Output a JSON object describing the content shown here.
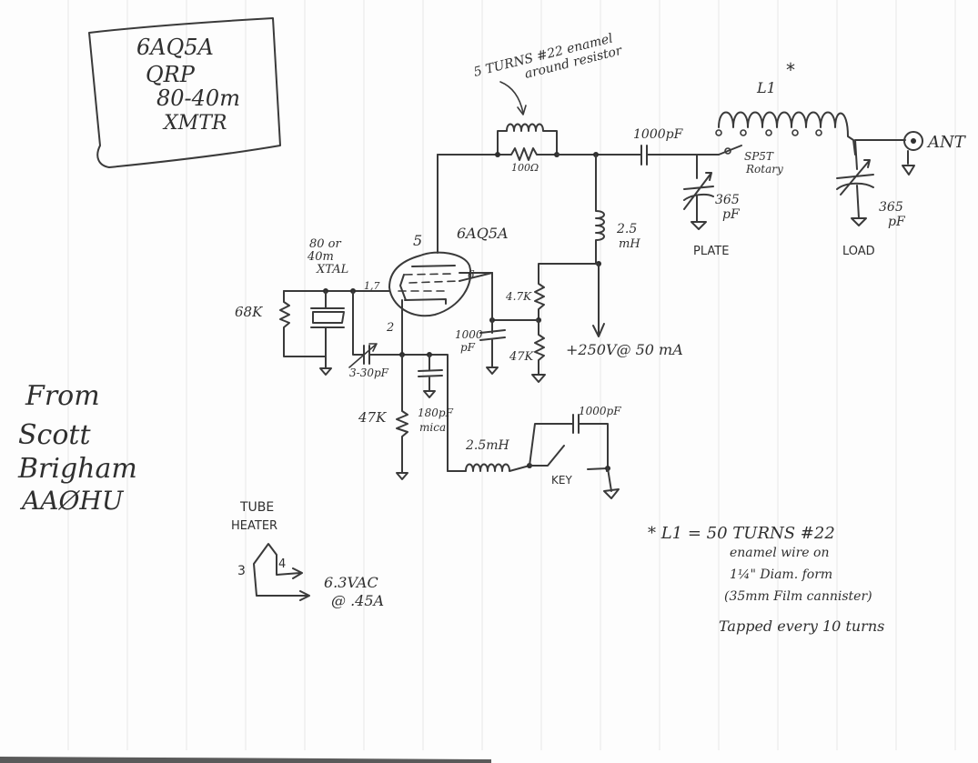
{
  "title_box": {
    "lines": [
      "6AQ5A",
      "QRP",
      "80-40m",
      "XMTR"
    ]
  },
  "credit": {
    "lines": [
      "From",
      "Scott",
      "Brigham",
      "AAØHU"
    ]
  },
  "annotations": {
    "coil_note_line1": "5 TURNS #22 enamel",
    "coil_note_line2": "around resistor",
    "tube_label": "6AQ5A",
    "pin_plate": "5",
    "pin_grid": "1,7",
    "pin_screen": "6",
    "pin_cathode": "2",
    "crystal_line1": "80 or",
    "crystal_line2": "40m",
    "crystal_line3": "XTAL",
    "supply": "+250V@ 50 mA",
    "key_label": "KEY",
    "plate_label": "PLATE",
    "load_label": "LOAD",
    "ant_label": "ANT",
    "switch_line1": "SP5T",
    "switch_line2": "Rotary",
    "l1_label": "L1",
    "l1_star": "*"
  },
  "components": {
    "r_parasitic": "100Ω",
    "c_coupling": "1000pF",
    "rfc_plate_line1": "2.5",
    "rfc_plate_line2": "mH",
    "r_grid": "68K",
    "c_feedback": "3-30pF",
    "r_screen_top": "4.7K",
    "r_screen_bottom": "47K",
    "c_screen_line1": "1000",
    "c_screen_line2": "pF",
    "r_cathode": "47K",
    "c_cathode_line1": "180pF",
    "c_cathode_line2": "mica",
    "rfc_key": "2.5mH",
    "c_key": "1000pF",
    "c_plate_line1": "365",
    "c_plate_line2": "pF",
    "c_load_line1": "365",
    "c_load_line2": "pF"
  },
  "heater": {
    "title_line1": "TUBE",
    "title_line2": "HEATER",
    "pin_a": "3",
    "pin_b": "4",
    "supply_line1": "6.3VAC",
    "supply_line2": "@ .45A"
  },
  "l1_note": {
    "lines": [
      "* L1 = 50 TURNS  #22",
      "enamel wire on",
      "1¼\" Diam. form",
      "(35mm Film cannister)",
      "Tapped every 10 turns"
    ]
  }
}
